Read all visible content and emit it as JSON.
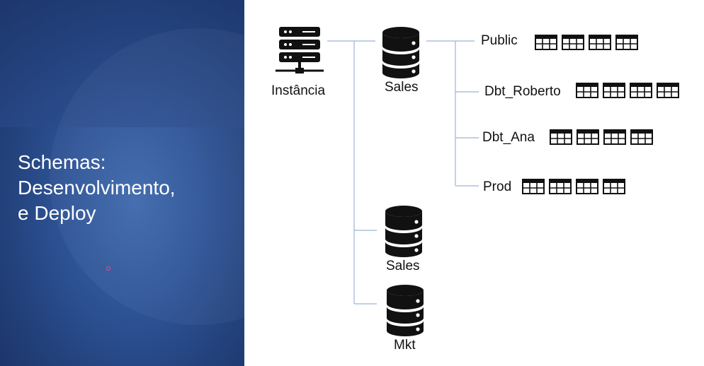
{
  "slide": {
    "title_lines": [
      "Schemas:",
      "Desenvolvimento,",
      "e Deploy"
    ]
  },
  "diagram": {
    "instance_label": "Instância",
    "databases": [
      {
        "label": "Sales",
        "icon": "database-icon"
      },
      {
        "label": "Sales",
        "icon": "database-icon"
      },
      {
        "label": "Mkt",
        "icon": "database-icon"
      }
    ],
    "schemas": [
      {
        "label": "Public",
        "tables": 4
      },
      {
        "label": "Dbt_Roberto",
        "tables": 4
      },
      {
        "label": "Dbt_Ana",
        "tables": 4
      },
      {
        "label": "Prod",
        "tables": 4
      }
    ],
    "colors": {
      "panel_blue": "#2f5598",
      "connector": "#9bb3d6",
      "icon": "#111111"
    }
  }
}
